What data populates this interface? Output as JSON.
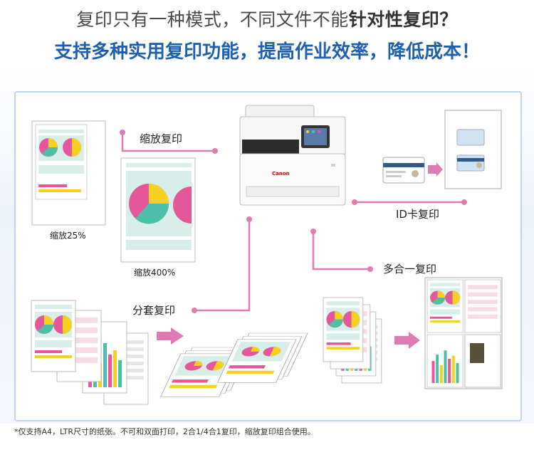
{
  "header": {
    "line1_normal": "复印只有一种模式，不同文件不能",
    "line1_bold": "针对性复印？",
    "line2": "支持多种实用复印功能，提高作业效率，降低成本！"
  },
  "features": {
    "reduce": "缩放复印",
    "id_card": "ID卡复印",
    "multi_page": "多合一复印",
    "sort": "分套复印"
  },
  "captions": {
    "scale_25": "缩放25%",
    "scale_400": "缩放400%"
  },
  "printer_brand": "Canon",
  "footnote": "*仅支持A4，LTR尺寸的纸张。不可和双面打印，2合1/4合1复印，缩放复印组合使用。",
  "colors": {
    "accent_pink": "#e07ab4",
    "headline_blue": "#1e5fae",
    "pie_pink": "#e4579a",
    "pie_teal": "#4bbfa8",
    "pie_yellow": "#f5d21f",
    "panel_border": "#bcd6ef"
  }
}
